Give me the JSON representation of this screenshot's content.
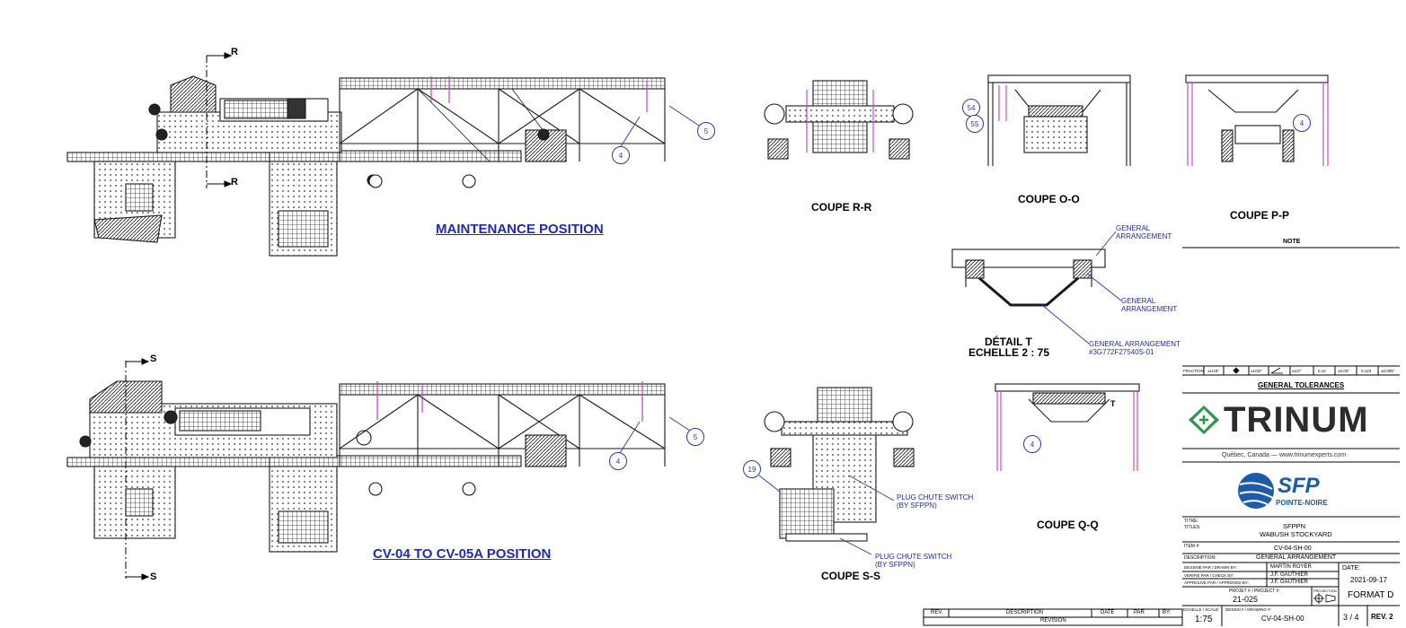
{
  "views": {
    "maintenance_position": "MAINTENANCE POSITION",
    "cv_position": "CV-04 TO CV-05A POSITION",
    "coupe_rr": "COUPE R-R",
    "coupe_oo": "COUPE O-O",
    "coupe_pp": "COUPE P-P",
    "coupe_qq": "COUPE Q-Q",
    "coupe_ss": "COUPE S-S",
    "detail_title": "DÉTAIL T",
    "detail_scale": "ECHELLE 2 : 75",
    "detail_letter": "T"
  },
  "section_marks": {
    "r_top": "R",
    "r_bottom": "R",
    "s_top": "S",
    "s_bottom": "S"
  },
  "callouts": {
    "c5a": "5",
    "c4a": "4",
    "c5b": "5",
    "c4b": "4",
    "c54": "54",
    "c55": "55",
    "c4p": "4",
    "c4q": "4",
    "c19": "19"
  },
  "notes": {
    "ga1_a": "GENERAL",
    "ga1_b": "ARRANGEMENT",
    "ga2_a": "GENERAL",
    "ga2_b": "ARRANGEMENT",
    "ga3_a": "GENERAL ARRANGEMENT",
    "ga3_b": "#3G772F27540S-01",
    "plug1_a": "PLUG CHUTE SWITCH",
    "plug1_b": "(BY SFPPN)",
    "plug2_a": "PLUG CHUTE SWITCH",
    "plug2_b": "(BY SFPPN)"
  },
  "title_block": {
    "note_header": "NOTE",
    "fraction": "FRACTION",
    "tol1": "±1/16\"",
    "tol2": "±1/32\"",
    "tol3": "±1/2°",
    "tol4": "0.12",
    "tol5": "±0.03\"",
    "tol6": "0.123",
    "tol7": "±0.005\"",
    "general_tolerances": "GENERAL TOLERANCES",
    "company": "TRINUM",
    "location": "Québec, Canada — www.trinumexperts.com",
    "client_a": "SFP",
    "client_b": "POINTE-NOIRE",
    "titre_lbl": "TITRE:",
    "titles_lbl": "TITLES:",
    "title_1": "SFPPN",
    "title_2": "WABUSH STOCKYARD",
    "item_lbl": "ITEM #:",
    "item": "CV-04-SH-00",
    "desc_lbl": "DESCRIPTION:",
    "desc": "GENERAL ARRANGEMENT",
    "drawn_lbl": "DESSINE PAR / DRAWN BY:",
    "drawn": "MARTIN ROYER",
    "check_lbl": "VERIFIE PAR / CHECK BY:",
    "check": "J.F. GAUTHIER",
    "appr_lbl": "APPROUVE PAR / APPROVED BY:",
    "appr": "J.F. GAUTHIER",
    "date_lbl": "DATE:",
    "date": "2021-09-17",
    "project_lbl": "PROJET # / PROJECT #:",
    "project": "21-025",
    "projection_lbl": "PROJECTION",
    "format": "FORMAT D",
    "scale_lbl": "ECHELLE / SCALE:",
    "scale": "1:75",
    "dwg_lbl": "DESSIN # / DRAWING #:",
    "dwg": "CV-04-SH-00",
    "sheet": "3 / 4",
    "rev": "REV. 2"
  },
  "revision_table": {
    "rev": "REV.",
    "description": "DESCRIPTION",
    "date": "DATE",
    "par": "PAR",
    "by": "BY:",
    "revision": "REVISION"
  },
  "colors": {
    "line": "#1a1a1a",
    "accent_blue": "#1f2bb0",
    "magenta": "#c040c0",
    "trinum_green": "#2a9a4a",
    "sfp_blue": "#1d5aa8"
  }
}
